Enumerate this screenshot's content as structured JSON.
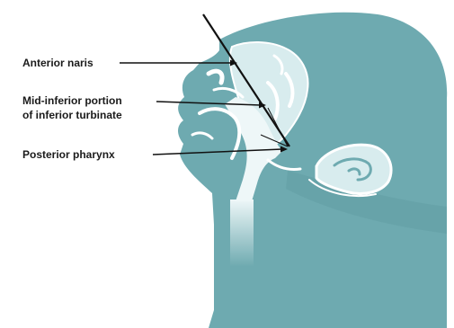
{
  "colors": {
    "head": "#6eaab0",
    "head_dark": "#5b979d",
    "cavity": "#d8ecee",
    "cavity_light": "#eef7f8",
    "outline": "#ffffff",
    "arrow": "#111111",
    "swab": "#111111",
    "text": "#1a1a1a"
  },
  "labels": {
    "anterior_naris": "Anterior naris",
    "mid_inferior_line1": "Mid-inferior portion",
    "mid_inferior_line2": "of inferior turbinate",
    "posterior_pharynx": "Posterior pharynx"
  },
  "icons": {
    "swab": "swab-line-icon",
    "ear": "ear-icon"
  }
}
